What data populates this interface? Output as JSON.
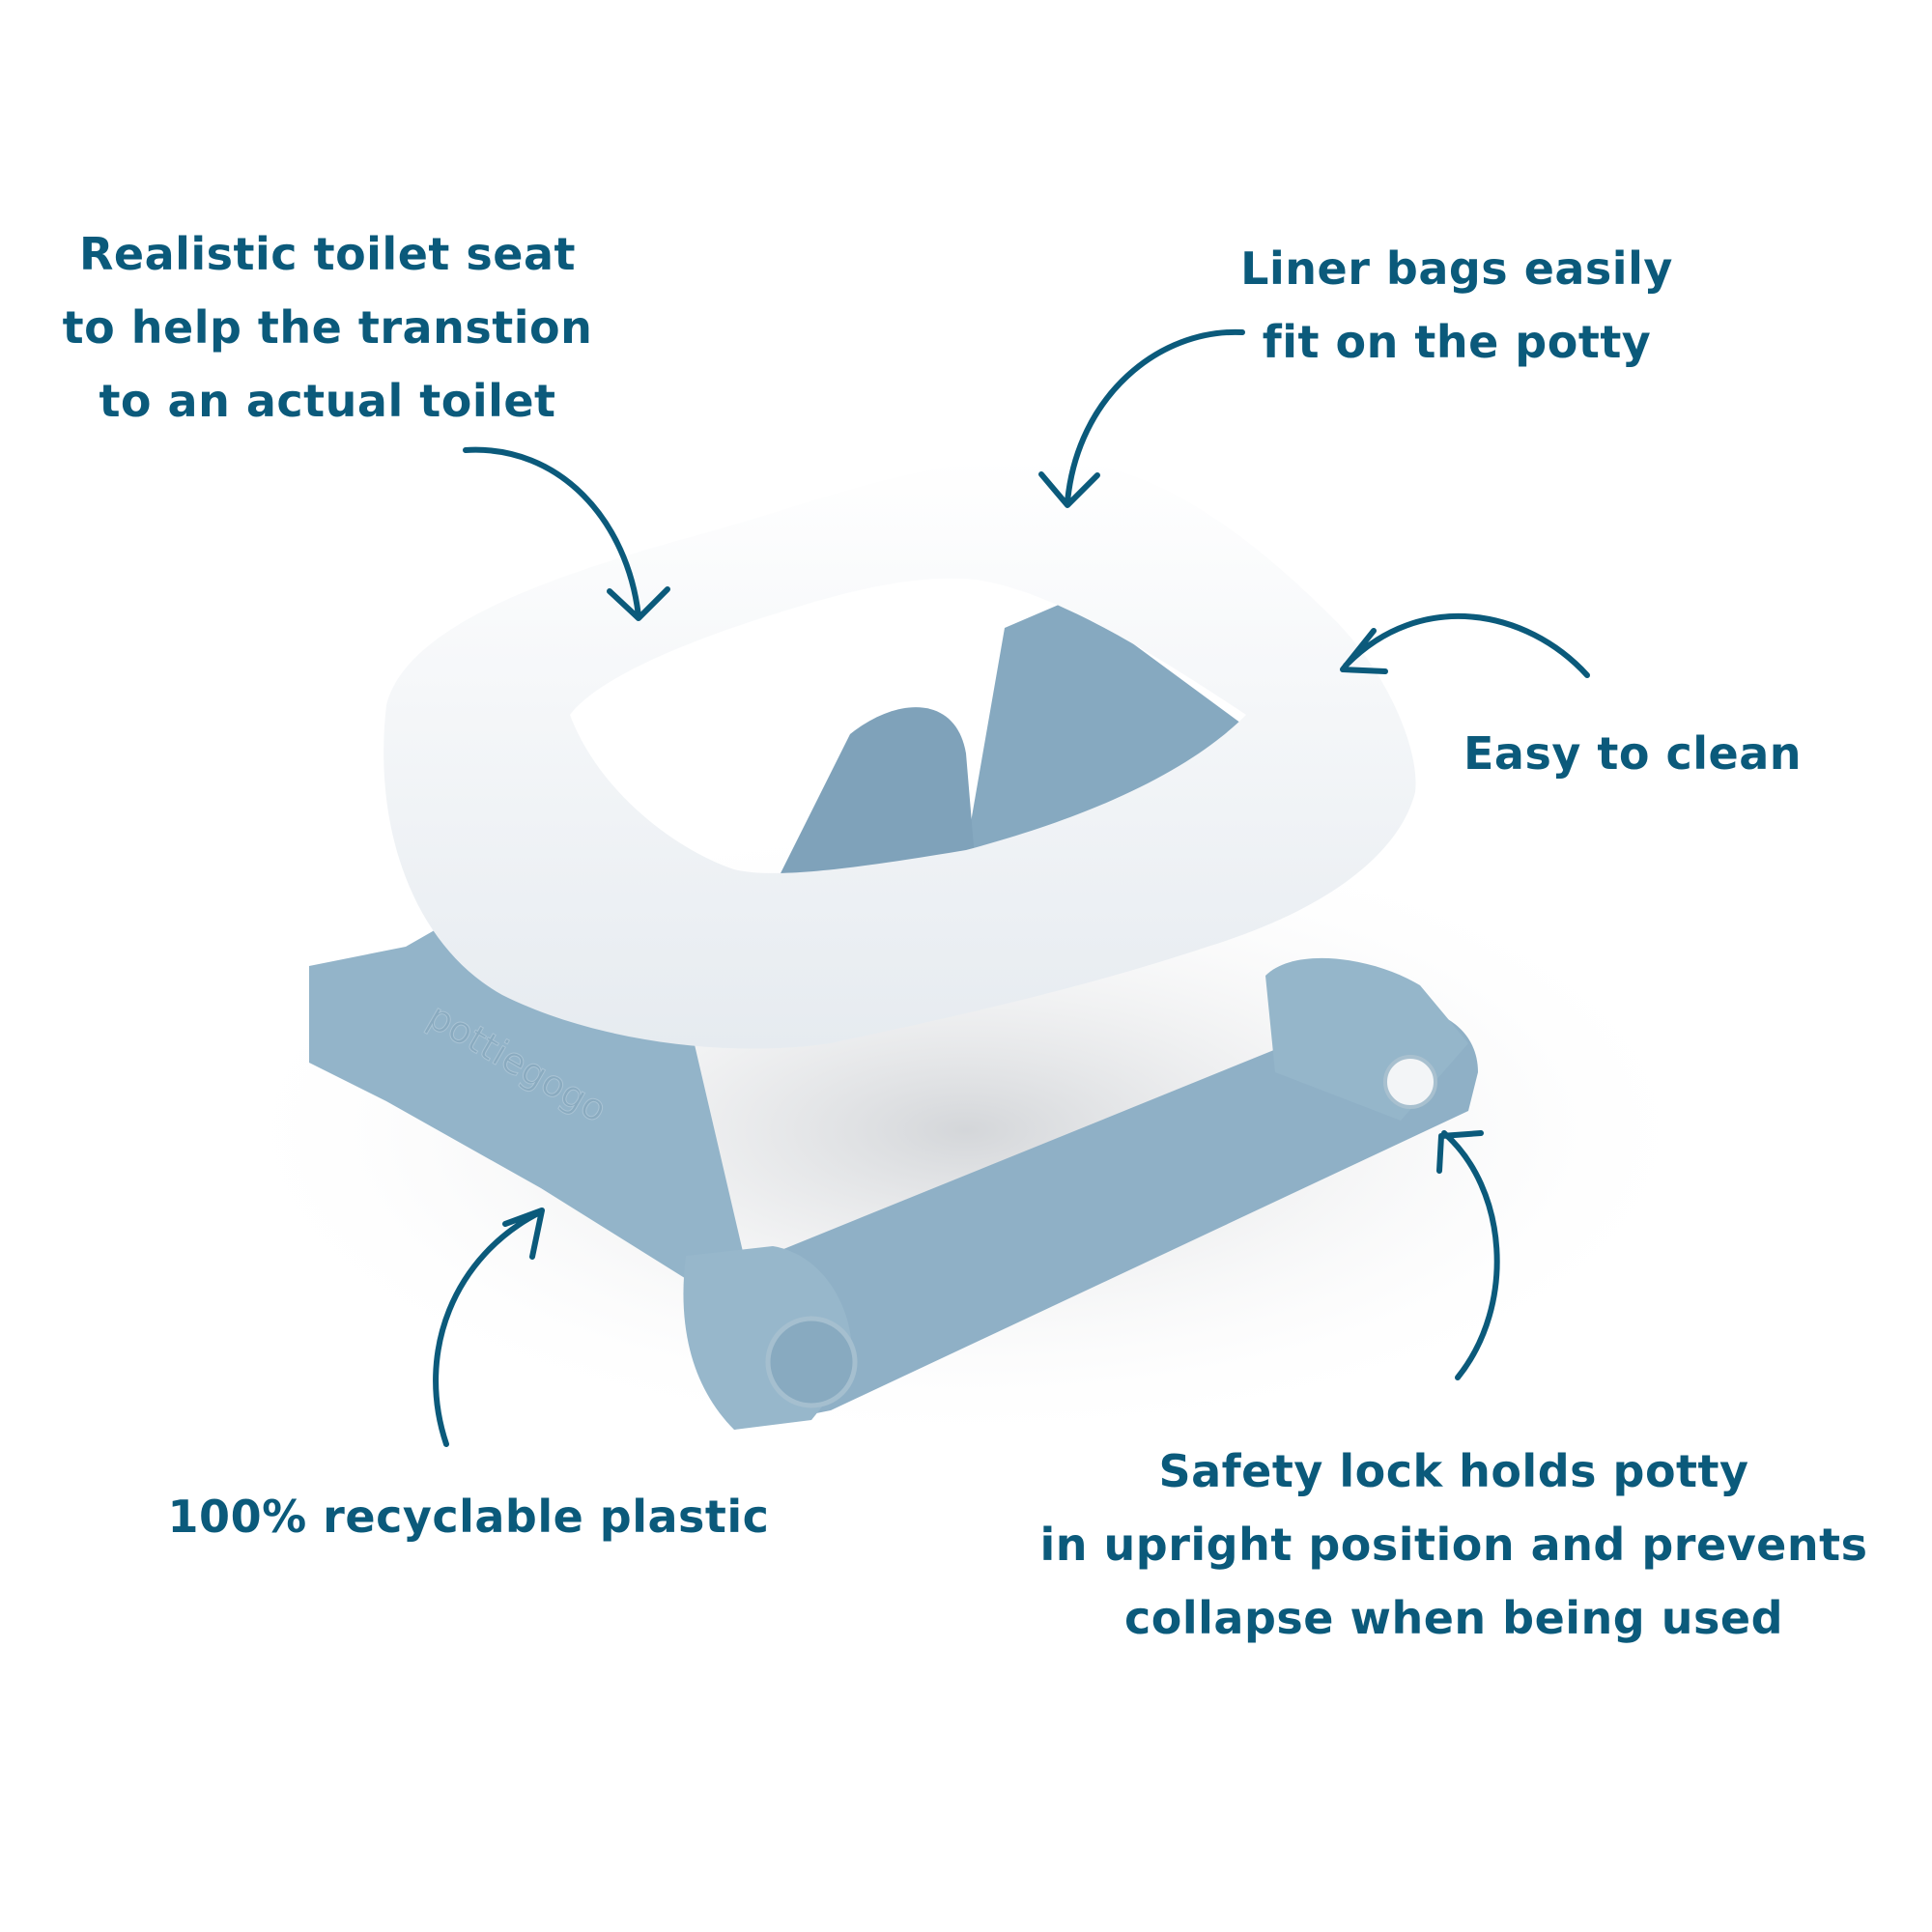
{
  "callouts": {
    "seat": {
      "lines": [
        "Realistic toilet seat",
        "to help the transtion",
        "to an actual toilet"
      ]
    },
    "liner": {
      "lines": [
        "Liner bags easily",
        "fit on the potty"
      ]
    },
    "clean": {
      "lines": [
        "Easy to clean"
      ]
    },
    "plastic": {
      "lines": [
        "100% recyclable plastic"
      ]
    },
    "lock": {
      "lines": [
        "Safety lock holds potty",
        "in upright position and prevents",
        "collapse when being used"
      ]
    }
  },
  "product": {
    "emboss_text": "pottiegogo"
  },
  "colors": {
    "text": "#0b5a7b",
    "arrow": "#0b5a7b",
    "base": "#93b4c9",
    "seat": "#f2f5f8"
  }
}
